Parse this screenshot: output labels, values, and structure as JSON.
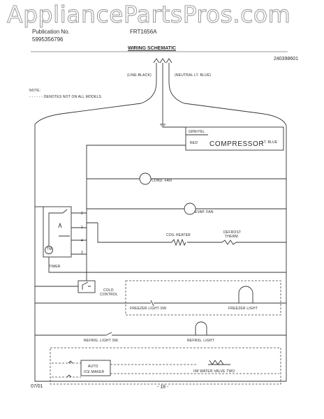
{
  "watermark": "AppliancePartsPros.com",
  "publication_label": "Publication No.",
  "publication_no": "5995356796",
  "model": "FRT1656A",
  "title": "WIRING SCHEMATIC",
  "drawing_no": "240398601",
  "note": "NOTE:",
  "note_legend": "- - - - - - DENOTES NOT ON ALL MODELS.",
  "line_label": "(LINE-BLACK)",
  "neutral_label": "(NEUTRAL LT. BLUE)",
  "compressor": {
    "grn_yel": "GRN/YEL",
    "red": "RED",
    "name": "COMPRESSOR",
    "lt_blue": "LT. BLUE"
  },
  "cond_fan": "COND. FAN",
  "evap_fan": "EVAP. FAN",
  "coil_heater": "COIL HEATER",
  "defrost_therm": [
    "DEFROST",
    "THERM."
  ],
  "timer_label": "TIMER",
  "timer_circle": "TM",
  "timer_terms": [
    "2",
    "1",
    "4",
    "3"
  ],
  "cold_control": [
    "COLD",
    "CONTROL"
  ],
  "freezer_light_sw": "FREEZER LIGHT SW.",
  "freezer_light": "FREEZER LIGHT",
  "refrig_light_sw": "REFRIG. LIGHT SW.",
  "refrig_light": "REFRIG. LIGHT",
  "auto_ice_maker": [
    "AUTO",
    "ICE MAKER"
  ],
  "water_valve": "I/M WATER VALVE TWO",
  "date": "07/01",
  "page_no": "- 18 -"
}
